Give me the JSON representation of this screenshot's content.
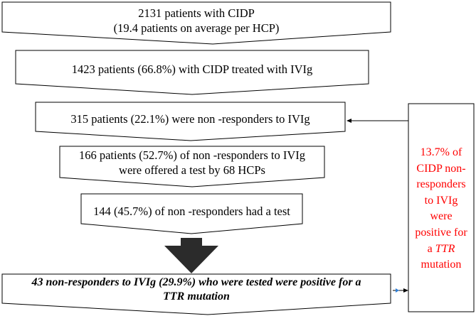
{
  "flow": {
    "step1": {
      "line1": "2131 patients with  CIDP",
      "line2": "(19.4 patients on average per HCP)"
    },
    "step2": {
      "text": "1423 patients (66.8%) with  CIDP treated with IVIg"
    },
    "step3": {
      "text": "315 patients (22.1%) were non -responders to  IVIg"
    },
    "step4": {
      "line1": "166 patients (52.7%) of non -responders to IVIg",
      "line2": "were offered a test by 68 HCPs"
    },
    "step5": {
      "text": "144 (45.7%) of non -responders had a test"
    },
    "result": {
      "line1": "43 non-responders to IVIg (29.9%) who were tested were positive for a",
      "line2": "TTR mutation"
    }
  },
  "side_note": {
    "pre": "13.7% of CIDP non-responders to IVIg were positive for a ",
    "italic": "TTR",
    "post": " mutation",
    "color": "#ff0000"
  }
}
